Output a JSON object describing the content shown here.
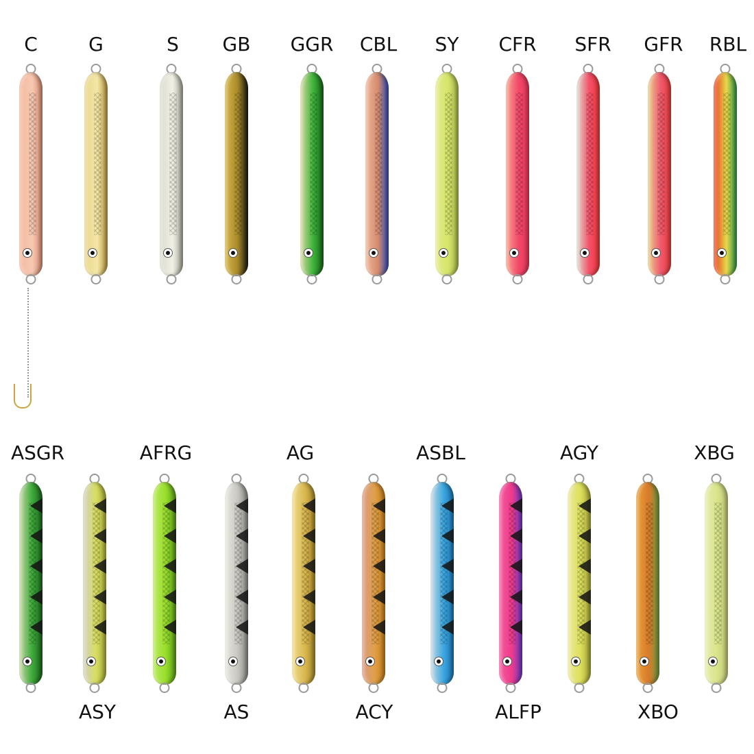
{
  "top_row": [
    {
      "code": "C",
      "colors": [
        "#f3b79c",
        "#f7c9b2",
        "#d98f74"
      ]
    },
    {
      "code": "G",
      "colors": [
        "#e8d58a",
        "#f4e7a8",
        "#b99a3e"
      ]
    },
    {
      "code": "S",
      "colors": [
        "#d9d9cc",
        "#f1f1e6",
        "#a8a89a"
      ]
    },
    {
      "code": "GB",
      "colors": [
        "#d6b548",
        "#a88a2a",
        "#1d1a12"
      ]
    },
    {
      "code": "GGR",
      "colors": [
        "#d9d6a0",
        "#3db53a",
        "#1a6a1a"
      ]
    },
    {
      "code": "CBL",
      "colors": [
        "#f1b69a",
        "#d48a6c",
        "#2c4fc4"
      ]
    },
    {
      "code": "SY",
      "colors": [
        "#e3ec8a",
        "#d6e56a",
        "#a9b94a"
      ]
    },
    {
      "code": "CFR",
      "colors": [
        "#f5a28a",
        "#f3476a",
        "#e83858"
      ]
    },
    {
      "code": "SFR",
      "colors": [
        "#dcdccc",
        "#f4506a",
        "#f0383a"
      ]
    },
    {
      "code": "GFR",
      "colors": [
        "#e6cf88",
        "#f05a70",
        "#ee3c3c"
      ]
    },
    {
      "code": "RBL",
      "colors": [
        "#e8381c",
        "#e8d84a",
        "#2a9a4a"
      ]
    }
  ],
  "bottom_row": [
    {
      "code": "ASGR",
      "label_pos": "top",
      "colors": [
        "#c8d6a8",
        "#3eab3a",
        "#1e6a20"
      ]
    },
    {
      "code": "ASY",
      "label_pos": "bottom",
      "colors": [
        "#cfd0c4",
        "#d9de62",
        "#a9ae3a"
      ]
    },
    {
      "code": "AFRG",
      "label_pos": "top",
      "colors": [
        "#b8ea5a",
        "#9ade2c",
        "#5aa01a"
      ]
    },
    {
      "code": "AS",
      "label_pos": "bottom",
      "colors": [
        "#e8e8e0",
        "#c8c8c0",
        "#8a8a8a"
      ]
    },
    {
      "code": "AG",
      "label_pos": "top",
      "colors": [
        "#f0dc8a",
        "#d9b850",
        "#a98a2a"
      ]
    },
    {
      "code": "ACY",
      "label_pos": "bottom",
      "colors": [
        "#d99a86",
        "#e0a048",
        "#c8801a"
      ]
    },
    {
      "code": "ASBL",
      "label_pos": "top",
      "colors": [
        "#c8d8e0",
        "#3ea8e0",
        "#1a78b8"
      ]
    },
    {
      "code": "ALFP",
      "label_pos": "bottom",
      "colors": [
        "#f25aa0",
        "#f03a8a",
        "#6a3ac8"
      ]
    },
    {
      "code": "AGY",
      "label_pos": "top",
      "colors": [
        "#ede8a0",
        "#dce05a",
        "#a8a83a"
      ]
    },
    {
      "code": "XBO",
      "label_pos": "bottom",
      "colors": [
        "#e8a038",
        "#d97a2a",
        "#6aa040"
      ]
    },
    {
      "code": "XBG",
      "label_pos": "top",
      "colors": [
        "#e8ecb0",
        "#d8e488",
        "#c0c878"
      ]
    }
  ]
}
